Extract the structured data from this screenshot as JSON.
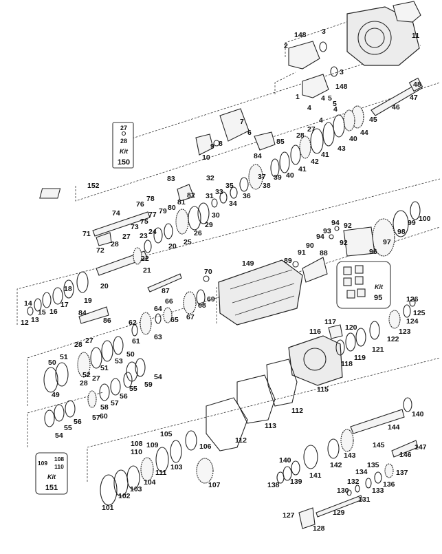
{
  "callouts": [
    {
      "id": "c3a",
      "text": "3"
    },
    {
      "id": "c148a",
      "text": "148"
    },
    {
      "id": "c11",
      "text": "11"
    },
    {
      "id": "c2",
      "text": "2"
    },
    {
      "id": "c3b",
      "text": "3"
    },
    {
      "id": "c148b",
      "text": "148"
    },
    {
      "id": "c1",
      "text": "1"
    },
    {
      "id": "c4a",
      "text": "4"
    },
    {
      "id": "c5a",
      "text": "5"
    },
    {
      "id": "c5b",
      "text": "5"
    },
    {
      "id": "c4b",
      "text": "4"
    },
    {
      "id": "c4c",
      "text": "4"
    },
    {
      "id": "c4d",
      "text": "4"
    },
    {
      "id": "c47",
      "text": "47"
    },
    {
      "id": "c48",
      "text": "48"
    },
    {
      "id": "c46",
      "text": "46"
    },
    {
      "id": "c45",
      "text": "45"
    },
    {
      "id": "c44",
      "text": "44"
    },
    {
      "id": "c7",
      "text": "7"
    },
    {
      "id": "c6",
      "text": "6"
    },
    {
      "id": "c9",
      "text": "9"
    },
    {
      "id": "c8",
      "text": "8"
    },
    {
      "id": "c10",
      "text": "10"
    },
    {
      "id": "c85",
      "text": "85"
    },
    {
      "id": "c84",
      "text": "84"
    },
    {
      "id": "c28a",
      "text": "28"
    },
    {
      "id": "c27a",
      "text": "27"
    },
    {
      "id": "c43",
      "text": "43"
    },
    {
      "id": "c40a",
      "text": "40"
    },
    {
      "id": "c41a",
      "text": "41"
    },
    {
      "id": "c42",
      "text": "42"
    },
    {
      "id": "c41b",
      "text": "41"
    },
    {
      "id": "c40b",
      "text": "40"
    },
    {
      "id": "c39",
      "text": "39"
    },
    {
      "id": "c38",
      "text": "38"
    },
    {
      "id": "c37",
      "text": "37"
    },
    {
      "id": "c36",
      "text": "36"
    },
    {
      "id": "c35",
      "text": "35"
    },
    {
      "id": "c34",
      "text": "34"
    },
    {
      "id": "c33",
      "text": "33"
    },
    {
      "id": "c32",
      "text": "32"
    },
    {
      "id": "c31",
      "text": "31"
    },
    {
      "id": "c30",
      "text": "30"
    },
    {
      "id": "c29",
      "text": "29"
    },
    {
      "id": "c26",
      "text": "26"
    },
    {
      "id": "c25",
      "text": "25"
    },
    {
      "id": "c20a",
      "text": "20"
    },
    {
      "id": "c83",
      "text": "83"
    },
    {
      "id": "c82",
      "text": "82"
    },
    {
      "id": "c81",
      "text": "81"
    },
    {
      "id": "c80",
      "text": "80"
    },
    {
      "id": "c79",
      "text": "79"
    },
    {
      "id": "c78",
      "text": "78"
    },
    {
      "id": "c77",
      "text": "77"
    },
    {
      "id": "c76",
      "text": "76"
    },
    {
      "id": "c75",
      "text": "75"
    },
    {
      "id": "c152",
      "text": "152"
    },
    {
      "id": "c74",
      "text": "74"
    },
    {
      "id": "c73",
      "text": "73"
    },
    {
      "id": "c71",
      "text": "71"
    },
    {
      "id": "c72",
      "text": "72"
    },
    {
      "id": "c28b",
      "text": "28"
    },
    {
      "id": "c27b",
      "text": "27"
    },
    {
      "id": "c24",
      "text": "24"
    },
    {
      "id": "c23",
      "text": "23"
    },
    {
      "id": "c22",
      "text": "22"
    },
    {
      "id": "c21",
      "text": "21"
    },
    {
      "id": "c20b",
      "text": "20"
    },
    {
      "id": "c19",
      "text": "19"
    },
    {
      "id": "c18",
      "text": "18"
    },
    {
      "id": "c17",
      "text": "17"
    },
    {
      "id": "c16",
      "text": "16"
    },
    {
      "id": "c15",
      "text": "15"
    },
    {
      "id": "c14",
      "text": "14"
    },
    {
      "id": "c13",
      "text": "13"
    },
    {
      "id": "c12",
      "text": "12"
    },
    {
      "id": "c99",
      "text": "99"
    },
    {
      "id": "c100",
      "text": "100"
    },
    {
      "id": "c98",
      "text": "98"
    },
    {
      "id": "c97",
      "text": "97"
    },
    {
      "id": "c96",
      "text": "96"
    },
    {
      "id": "c94a",
      "text": "94"
    },
    {
      "id": "c92a",
      "text": "92"
    },
    {
      "id": "c93",
      "text": "93"
    },
    {
      "id": "c94b",
      "text": "94"
    },
    {
      "id": "c92b",
      "text": "92"
    },
    {
      "id": "c91",
      "text": "91"
    },
    {
      "id": "c90",
      "text": "90"
    },
    {
      "id": "c89",
      "text": "89"
    },
    {
      "id": "c88",
      "text": "88"
    },
    {
      "id": "c149",
      "text": "149"
    },
    {
      "id": "c70",
      "text": "70"
    },
    {
      "id": "c69",
      "text": "69"
    },
    {
      "id": "c68",
      "text": "68"
    },
    {
      "id": "c67",
      "text": "67"
    },
    {
      "id": "c66",
      "text": "66"
    },
    {
      "id": "c65",
      "text": "65"
    },
    {
      "id": "c64",
      "text": "64"
    },
    {
      "id": "c63",
      "text": "63"
    },
    {
      "id": "c62",
      "text": "62"
    },
    {
      "id": "c61",
      "text": "61"
    },
    {
      "id": "c87",
      "text": "87"
    },
    {
      "id": "c86",
      "text": "86"
    },
    {
      "id": "c84b",
      "text": "84"
    },
    {
      "id": "c126",
      "text": "126"
    },
    {
      "id": "c125",
      "text": "125"
    },
    {
      "id": "c124",
      "text": "124"
    },
    {
      "id": "c123",
      "text": "123"
    },
    {
      "id": "c122",
      "text": "122"
    },
    {
      "id": "c121",
      "text": "121"
    },
    {
      "id": "c120",
      "text": "120"
    },
    {
      "id": "c119",
      "text": "119"
    },
    {
      "id": "c118",
      "text": "118"
    },
    {
      "id": "c117",
      "text": "117"
    },
    {
      "id": "c116",
      "text": "116"
    },
    {
      "id": "c115",
      "text": "115"
    },
    {
      "id": "c28c",
      "text": "28"
    },
    {
      "id": "c27c",
      "text": "27"
    },
    {
      "id": "c51a",
      "text": "51"
    },
    {
      "id": "c53",
      "text": "53"
    },
    {
      "id": "c50a",
      "text": "50"
    },
    {
      "id": "c51b",
      "text": "51"
    },
    {
      "id": "c50b",
      "text": "50"
    },
    {
      "id": "c52",
      "text": "52"
    },
    {
      "id": "c49",
      "text": "49"
    },
    {
      "id": "c54a",
      "text": "54"
    },
    {
      "id": "c59",
      "text": "59"
    },
    {
      "id": "c28d",
      "text": "28"
    },
    {
      "id": "c27d",
      "text": "27"
    },
    {
      "id": "c55a",
      "text": "55"
    },
    {
      "id": "c56a",
      "text": "56"
    },
    {
      "id": "c57a",
      "text": "57"
    },
    {
      "id": "c58",
      "text": "58"
    },
    {
      "id": "c57b",
      "text": "57"
    },
    {
      "id": "c60",
      "text": "60"
    },
    {
      "id": "c56b",
      "text": "56"
    },
    {
      "id": "c55b",
      "text": "55"
    },
    {
      "id": "c54b",
      "text": "54"
    },
    {
      "id": "c112a",
      "text": "112"
    },
    {
      "id": "c113",
      "text": "113"
    },
    {
      "id": "c112b",
      "text": "112"
    },
    {
      "id": "c140a",
      "text": "140"
    },
    {
      "id": "c144",
      "text": "144"
    },
    {
      "id": "c147",
      "text": "147"
    },
    {
      "id": "c145",
      "text": "145"
    },
    {
      "id": "c146",
      "text": "146"
    },
    {
      "id": "c143",
      "text": "143"
    },
    {
      "id": "c142",
      "text": "142"
    },
    {
      "id": "c140b",
      "text": "140"
    },
    {
      "id": "c141",
      "text": "141"
    },
    {
      "id": "c139",
      "text": "139"
    },
    {
      "id": "c138",
      "text": "138"
    },
    {
      "id": "c134",
      "text": "134"
    },
    {
      "id": "c135",
      "text": "135"
    },
    {
      "id": "c137",
      "text": "137"
    },
    {
      "id": "c132",
      "text": "132"
    },
    {
      "id": "c133",
      "text": "133"
    },
    {
      "id": "c136",
      "text": "136"
    },
    {
      "id": "c130",
      "text": "130"
    },
    {
      "id": "c131",
      "text": "131"
    },
    {
      "id": "c129",
      "text": "129"
    },
    {
      "id": "c127",
      "text": "127"
    },
    {
      "id": "c128",
      "text": "128"
    },
    {
      "id": "c108",
      "text": "108"
    },
    {
      "id": "c110",
      "text": "110"
    },
    {
      "id": "c109",
      "text": "109"
    },
    {
      "id": "c105",
      "text": "105"
    },
    {
      "id": "c106",
      "text": "106"
    },
    {
      "id": "c111",
      "text": "111"
    },
    {
      "id": "c103a",
      "text": "103"
    },
    {
      "id": "c104",
      "text": "104"
    },
    {
      "id": "c103b",
      "text": "103"
    },
    {
      "id": "c102",
      "text": "102"
    },
    {
      "id": "c101",
      "text": "101"
    },
    {
      "id": "c107",
      "text": "107"
    }
  ],
  "kits": {
    "kit150": {
      "parts_top": "27",
      "parts_bottom": "28",
      "label": "Kit",
      "number": "150"
    },
    "kit95": {
      "label": "Kit",
      "number": "95"
    },
    "kit151": {
      "part_a": "109",
      "part_b": "108",
      "part_c": "110",
      "label": "Kit",
      "number": "151"
    }
  }
}
